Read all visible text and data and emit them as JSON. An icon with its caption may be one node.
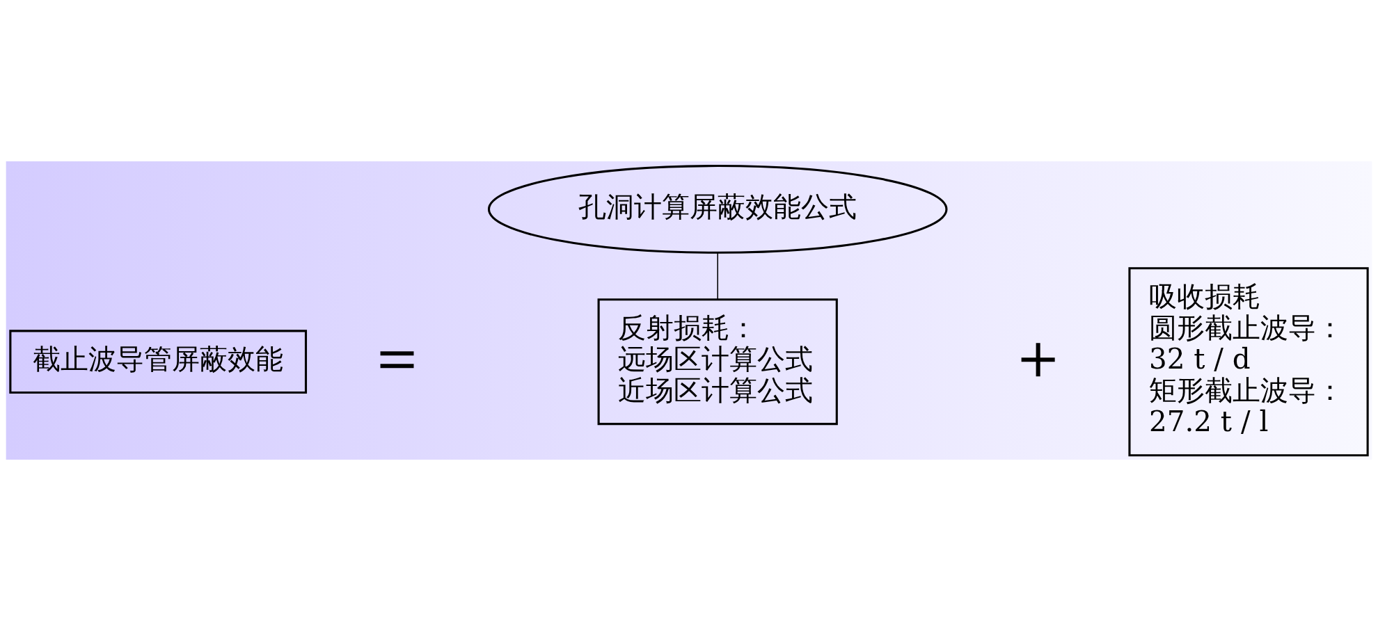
{
  "diagram": {
    "nodes": [
      {
        "text": [
          "截止波导管屏蔽效能"
        ]
      },
      {
        "text": [
          "反射损耗：",
          "远场区计算公式",
          "近场区计算公式"
        ]
      },
      {
        "text": [
          "吸收损耗",
          "圆形截止波导：",
          "32 t / d",
          "矩形截止波导：",
          "27.2 t / l"
        ]
      },
      {
        "text": [
          "孔洞计算屏蔽效能公式"
        ]
      }
    ],
    "edges": [
      {
        "from": 3,
        "to": 1,
        "arrow": "none"
      }
    ],
    "labels": [
      "＝",
      "＋"
    ]
  }
}
